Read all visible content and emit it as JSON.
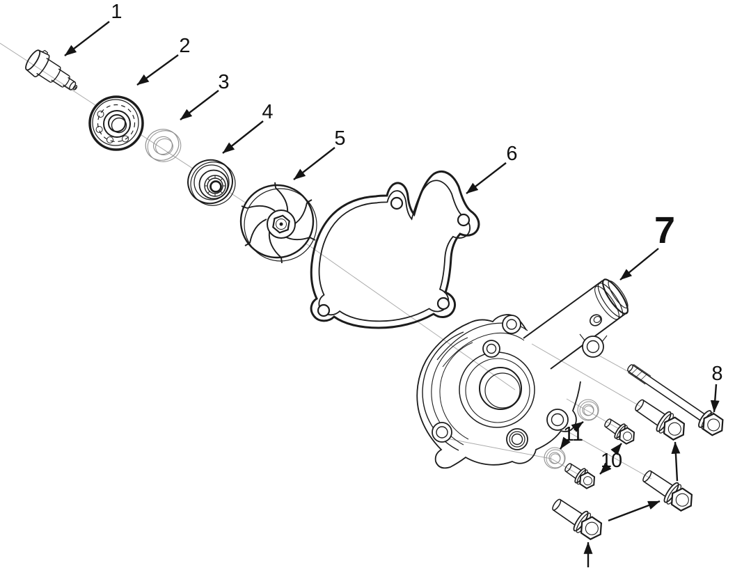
{
  "diagram": {
    "kind": "exploded-parts-diagram",
    "subject": "water-pump-assembly",
    "colors": {
      "background": "#ffffff",
      "line": "#1c1c1c",
      "centerline": "#ababab",
      "light_part_line": "#8f8f8f",
      "label_text": "#111111"
    }
  },
  "labels": [
    {
      "text": "1",
      "part": "pump-shaft"
    },
    {
      "text": "2",
      "part": "ball-bearing"
    },
    {
      "text": "3",
      "part": "spacer-washer"
    },
    {
      "text": "4",
      "part": "mechanical-seal"
    },
    {
      "text": "5",
      "part": "impeller"
    },
    {
      "text": "6",
      "part": "cover-gasket"
    },
    {
      "text": "7",
      "part": "pump-cover-with-outlet-pipe",
      "emphasis": "bold-large"
    },
    {
      "text": "8",
      "part": "long-flange-bolt"
    },
    {
      "text": "10",
      "part": "short-flange-bolt"
    },
    {
      "text": "11",
      "part": "flat-washer"
    }
  ]
}
